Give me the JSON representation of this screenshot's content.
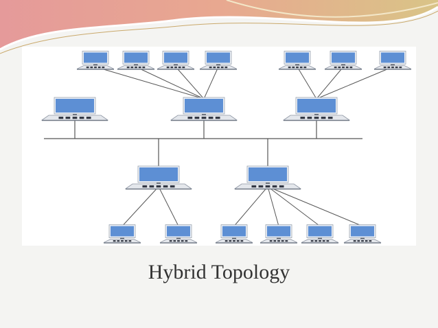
{
  "slide": {
    "caption": "Hybrid Topology"
  },
  "colors": {
    "accent_pink": "#e38f92",
    "accent_gold": "#cdbb78",
    "screen_blue": "#5d8fd4",
    "link_gray": "#555555",
    "bus_gray": "#555555"
  },
  "diagram": {
    "topology": "hybrid",
    "nodes": [
      {
        "id": "hub-a",
        "kind": "laptop",
        "tier": "upper-hub"
      },
      {
        "id": "hub-b",
        "kind": "laptop",
        "tier": "upper-hub"
      },
      {
        "id": "hub-c",
        "kind": "laptop",
        "tier": "upper-hub"
      },
      {
        "id": "hub-d",
        "kind": "laptop",
        "tier": "lower-hub"
      },
      {
        "id": "hub-e",
        "kind": "laptop",
        "tier": "lower-hub"
      },
      {
        "id": "pc-t1",
        "kind": "laptop",
        "tier": "top-leaf"
      },
      {
        "id": "pc-t2",
        "kind": "laptop",
        "tier": "top-leaf"
      },
      {
        "id": "pc-t3",
        "kind": "laptop",
        "tier": "top-leaf"
      },
      {
        "id": "pc-t4",
        "kind": "laptop",
        "tier": "top-leaf"
      },
      {
        "id": "pc-t5",
        "kind": "laptop",
        "tier": "top-leaf"
      },
      {
        "id": "pc-t6",
        "kind": "laptop",
        "tier": "top-leaf"
      },
      {
        "id": "pc-t7",
        "kind": "laptop",
        "tier": "top-leaf"
      },
      {
        "id": "pc-b1",
        "kind": "laptop",
        "tier": "bottom-leaf"
      },
      {
        "id": "pc-b2",
        "kind": "laptop",
        "tier": "bottom-leaf"
      },
      {
        "id": "pc-b3",
        "kind": "laptop",
        "tier": "bottom-leaf"
      },
      {
        "id": "pc-b4",
        "kind": "laptop",
        "tier": "bottom-leaf"
      },
      {
        "id": "pc-b5",
        "kind": "laptop",
        "tier": "bottom-leaf"
      },
      {
        "id": "pc-b6",
        "kind": "laptop",
        "tier": "bottom-leaf"
      }
    ],
    "links": [
      [
        "hub-b",
        "pc-t1"
      ],
      [
        "hub-b",
        "pc-t2"
      ],
      [
        "hub-b",
        "pc-t3"
      ],
      [
        "hub-b",
        "pc-t4"
      ],
      [
        "hub-c",
        "pc-t5"
      ],
      [
        "hub-c",
        "pc-t6"
      ],
      [
        "hub-c",
        "pc-t7"
      ],
      [
        "hub-d",
        "pc-b1"
      ],
      [
        "hub-d",
        "pc-b2"
      ],
      [
        "hub-e",
        "pc-b3"
      ],
      [
        "hub-e",
        "pc-b4"
      ],
      [
        "hub-e",
        "pc-b5"
      ],
      [
        "hub-e",
        "pc-b6"
      ]
    ],
    "bus_members": [
      "hub-a",
      "hub-b",
      "hub-c",
      "hub-d",
      "hub-e"
    ]
  }
}
